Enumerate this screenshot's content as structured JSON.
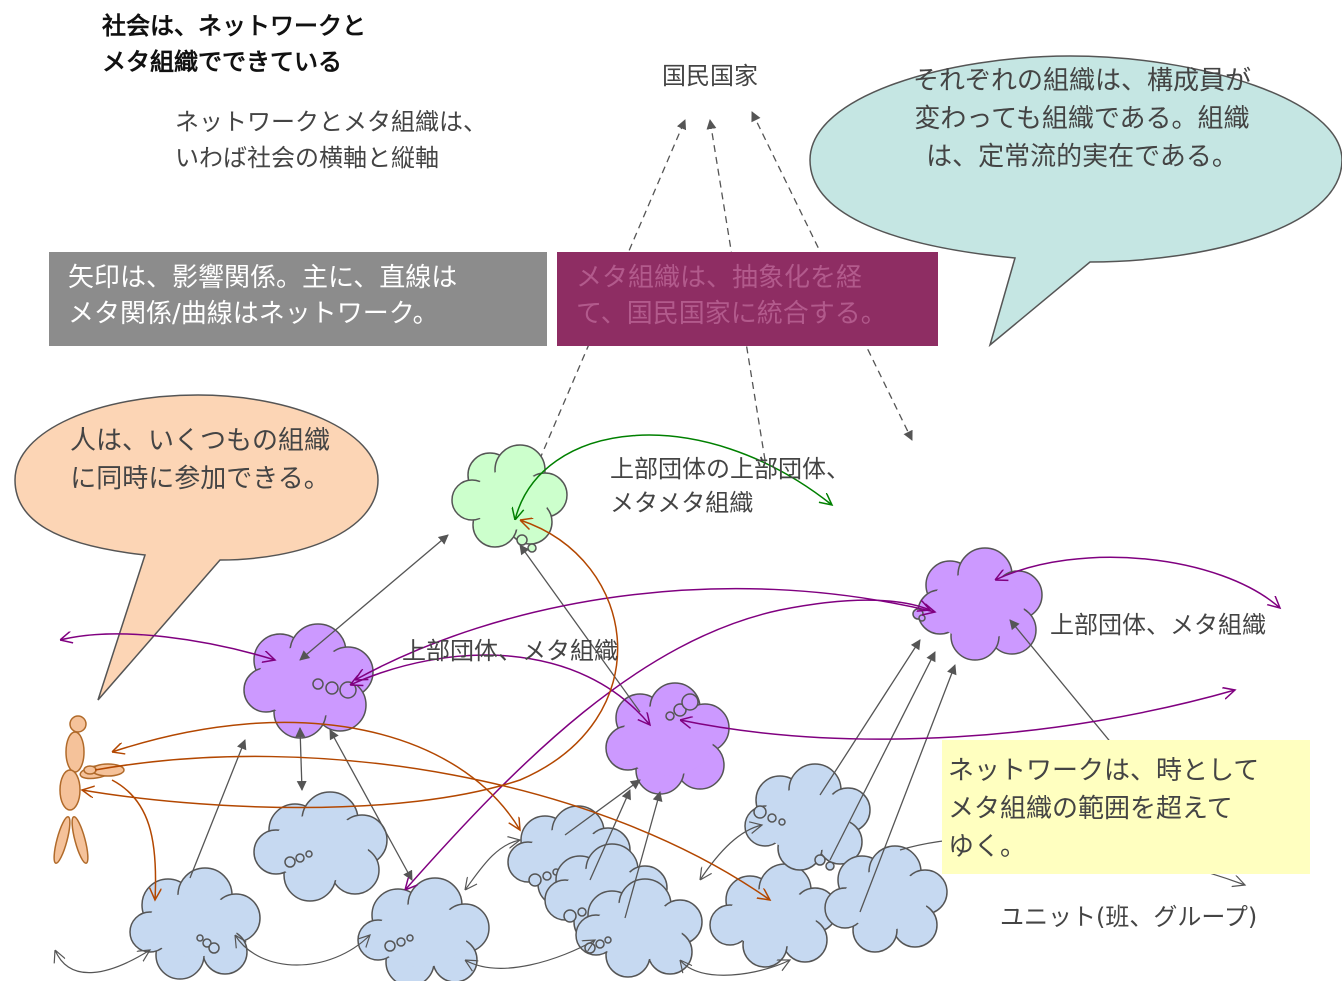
{
  "title_lines": [
    "社会は、ネットワークと",
    "メタ組織でできている"
  ],
  "subtitle_lines": [
    "ネットワークとメタ組織は、",
    "いわば社会の横軸と縦軸"
  ],
  "nation_state": "国民国家",
  "legend_grey_lines": [
    "矢印は、影響関係。主に、直線は",
    "メタ関係/曲線はネットワーク。"
  ],
  "legend_purple_lines": [
    "メタ組織は、抽象化を経",
    "て、国民国家に統合する。"
  ],
  "callout_teal": "それぞれの組織は、構成員が変わっても組織である。組織は、定常流的実在である。",
  "callout_peach": "人は、いくつもの組織に同時に参加できる。",
  "note_yellow_lines": [
    "ネットワークは、時として",
    "メタ組織の範囲を超えて",
    "ゆく。"
  ],
  "labels": {
    "meta_meta": [
      "上部団体の上部団体、",
      "メタメタ組織"
    ],
    "upper_1": "上部団体、メタ組織",
    "upper_2": "上部団体、メタ組織",
    "unit": "ユニット(班、グループ)"
  },
  "colors": {
    "green_cloud": "#ccffcc",
    "purple_cloud": "#cc99ff",
    "blue_cloud": "#c6d9f1",
    "teal_bubble": "#c5e6e3",
    "peach_bubble": "#fcd5b5",
    "grey_box": "#8c8c8c",
    "purple_box": "#8e2d63",
    "yellow_box": "#ffffc0",
    "meta_arrow": "#555555",
    "purple_arrow": "#800080",
    "brown_arrow": "#b34700",
    "green_arrow": "#008000"
  }
}
